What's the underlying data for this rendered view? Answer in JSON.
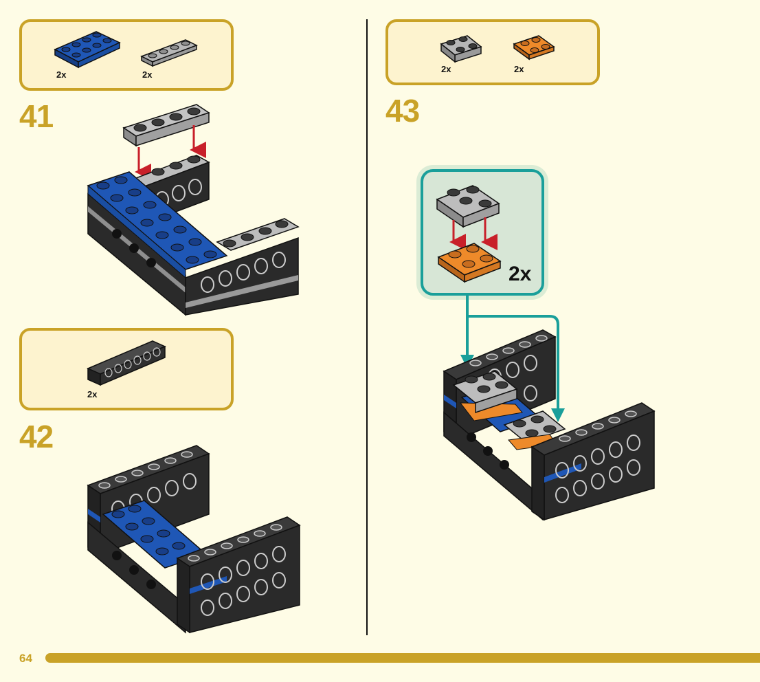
{
  "page_number": "64",
  "steps": [
    {
      "number": "41",
      "parts": [
        {
          "name": "blue-plate-2x4",
          "qty": "2x"
        },
        {
          "name": "gray-plate-1x4",
          "qty": "2x"
        }
      ]
    },
    {
      "number": "42",
      "parts": [
        {
          "name": "black-technic-brick-1x6",
          "qty": "2x"
        }
      ]
    },
    {
      "number": "43",
      "parts": [
        {
          "name": "gray-bracket-plate",
          "qty": "2x"
        },
        {
          "name": "orange-plate-2x2",
          "qty": "2x"
        }
      ],
      "subassembly_qty": "2x"
    }
  ],
  "colors": {
    "accent": "#c9a227",
    "box_fill": "#fdf3cf",
    "page_bg": "#fefce6",
    "callout_border": "#1a9f9a",
    "arrow_red": "#c8202a",
    "brick_blue": "#1f57b6",
    "brick_gray": "#a9a9a9",
    "brick_black": "#2a2a2a",
    "brick_orange": "#ee8a2a"
  }
}
